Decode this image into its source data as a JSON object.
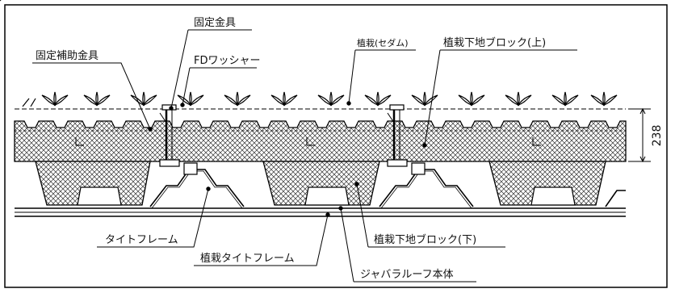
{
  "labels": {
    "kotei_kanagu": "固定金具",
    "kotei_hojo_kanagu": "固定補助金具",
    "fd_washer": "FDワッシャー",
    "shokusai_sedum": "植栽(セダム)",
    "shokusai_block_upper": "植栽下地ブロック(上)",
    "shokusai_block_lower": "植栽下地ブロック(下)",
    "tight_frame": "タイトフレーム",
    "shokusai_tight_frame": "植栽タイトフレーム",
    "jabara_roof": "ジャバラルーフ本体"
  },
  "dimension": {
    "height_value": "238"
  }
}
